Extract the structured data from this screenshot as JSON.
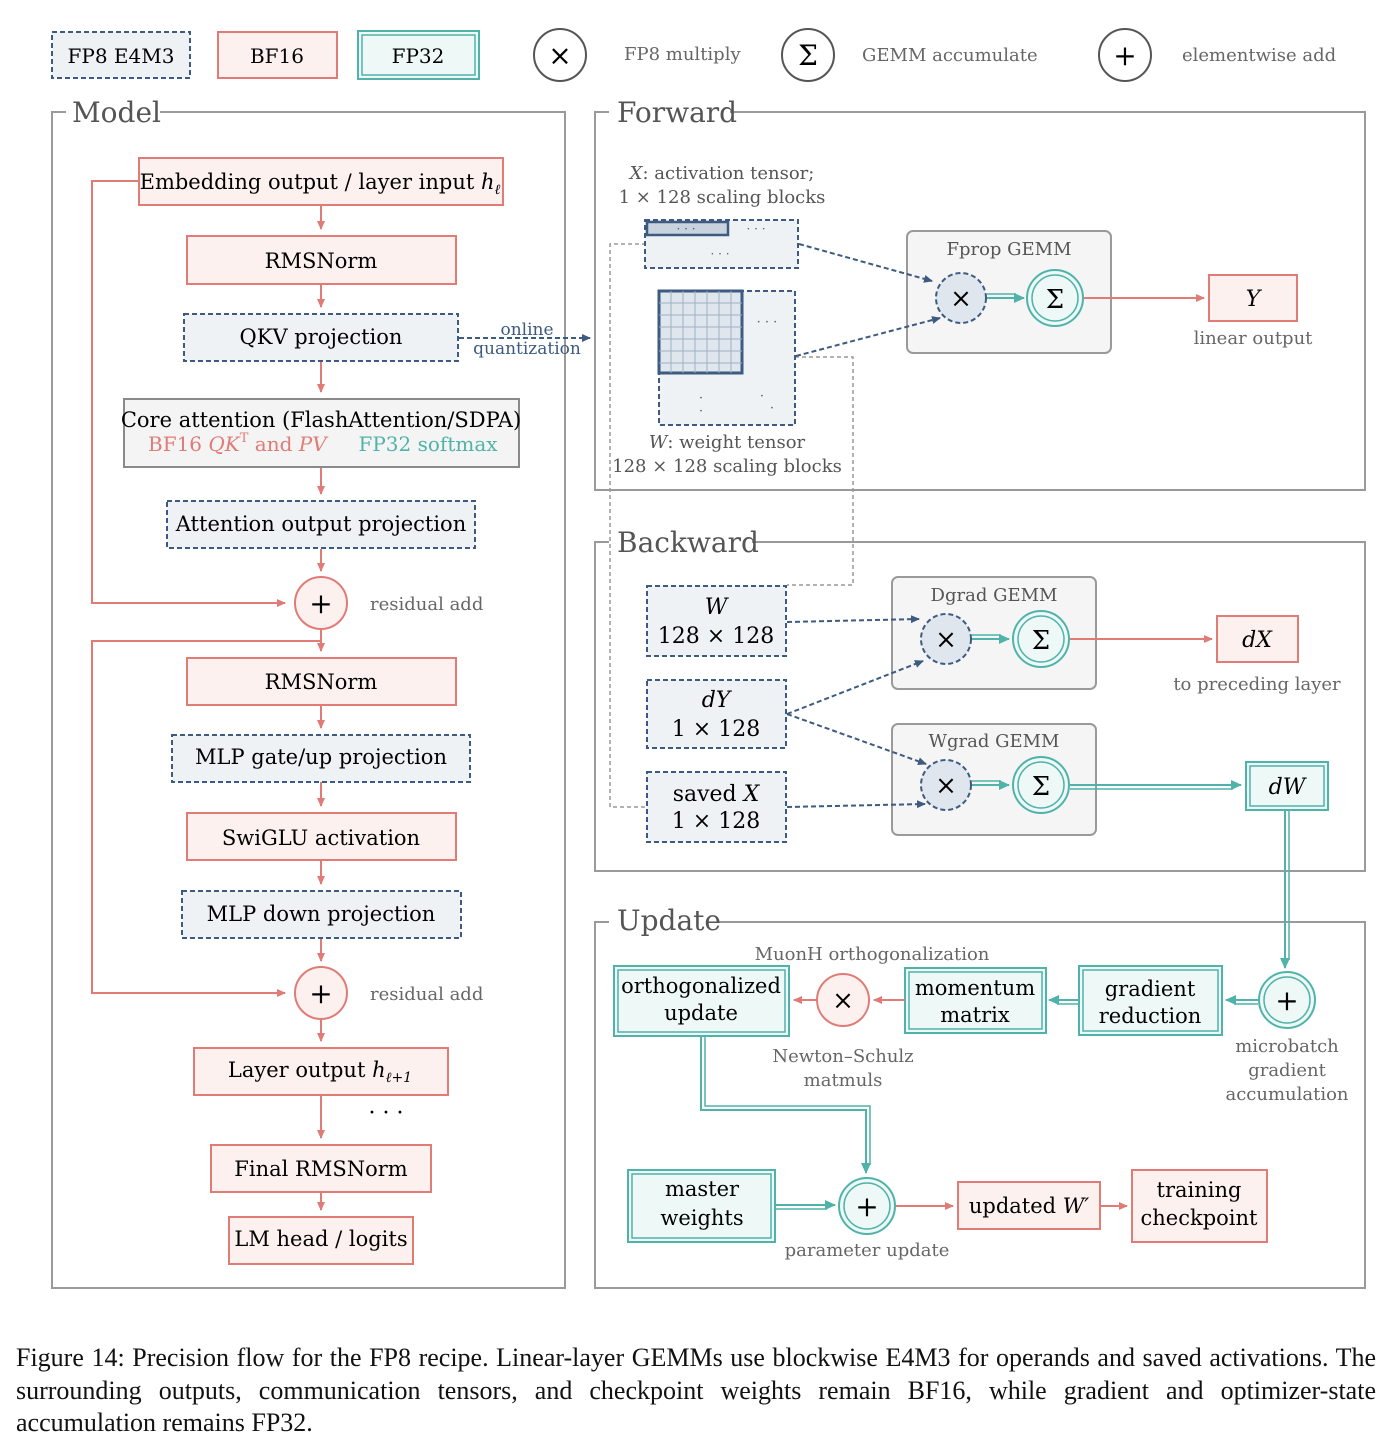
{
  "colors": {
    "fp8": "#3d5a80",
    "bf16": "#e07b76",
    "fp32": "#4fb3a9",
    "neutral": "#8a8a8a",
    "text": "#2b2b2b"
  },
  "legend": {
    "fp8": "FP8 E4M3",
    "bf16": "BF16",
    "fp32": "FP32",
    "multiply_symbol": "×",
    "multiply_label": "FP8 multiply",
    "sum_symbol": "Σ",
    "sum_label": "GEMM accumulate",
    "add_symbol": "+",
    "add_label": "elementwise add"
  },
  "model": {
    "title": "Model",
    "embedding": "Embedding output / layer input ",
    "embedding_var": "h",
    "embedding_sub": "ℓ",
    "rmsnorm_1": "RMSNorm",
    "qkv": "QKV projection",
    "online_quant_1": "online",
    "online_quant_2": "quantization",
    "core_attention": "Core attention (FlashAttention/SDPA)",
    "bf16_prefix": "BF16 ",
    "qk": "QK",
    "qk_sup": "T",
    "and": " and ",
    "pv": "PV",
    "fp32_softmax": "FP32 softmax",
    "attn_out": "Attention output projection",
    "residual_1": "residual add",
    "rmsnorm_2": "RMSNorm",
    "mlp_gate": "MLP gate/up projection",
    "swiglu": "SwiGLU activation",
    "mlp_down": "MLP down projection",
    "residual_2": "residual add",
    "layer_output": "Layer output ",
    "layer_output_var": "h",
    "layer_output_sub": "ℓ+1",
    "ellipsis": "· · ·",
    "final_rmsnorm": "Final RMSNorm",
    "lm_head": "LM head / logits"
  },
  "forward": {
    "title": "Forward",
    "x_label_1_var": "X",
    "x_label_1": ":  activation tensor;",
    "x_label_2": "1 × 128 scaling blocks",
    "w_label_1_var": "W",
    "w_label_1": ":  weight tensor",
    "w_label_2": "128 × 128 scaling blocks",
    "fprop": "Fprop GEMM",
    "y": "Y",
    "linear_output": "linear output"
  },
  "backward": {
    "title": "Backward",
    "w_var": "W",
    "w_block": "128 × 128",
    "dy_var": "dY",
    "dy_block": "1 × 128",
    "saved_x": "saved ",
    "saved_x_var": "X",
    "saved_x_block": "1 × 128",
    "dgrad": "Dgrad GEMM",
    "wgrad": "Wgrad GEMM",
    "dx": "dX",
    "to_preceding": "to preceding layer",
    "dw": "dW"
  },
  "update": {
    "title": "Update",
    "muonh": "MuonH orthogonalization",
    "orth_1": "orthogonalized",
    "orth_2": "update",
    "momentum_1": "momentum",
    "momentum_2": "matrix",
    "grad_red_1": "gradient",
    "grad_red_2": "reduction",
    "micro_1": "microbatch",
    "micro_2": "gradient",
    "micro_3": "accumulation",
    "ns_1": "Newton–Schulz",
    "ns_2": "matmuls",
    "master_1": "master",
    "master_2": "weights",
    "param_update": "parameter update",
    "updated_w": "updated ",
    "updated_w_var": "W′",
    "ckpt_1": "training",
    "ckpt_2": "checkpoint"
  },
  "caption": "Figure 14: Precision flow for the FP8 recipe. Linear-layer GEMMs use blockwise E4M3 for operands and saved activations. The surrounding outputs, communication tensors, and checkpoint weights remain BF16, while gradient and optimizer-state accumulation remains FP32."
}
